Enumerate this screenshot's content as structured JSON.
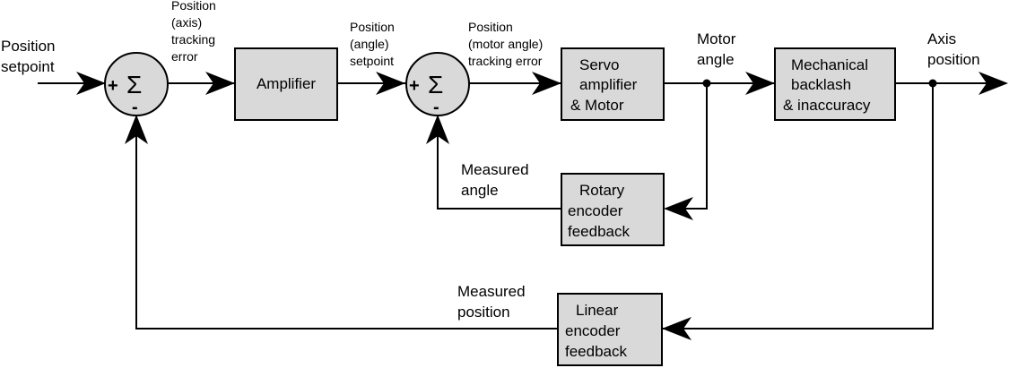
{
  "labels": {
    "position_setpoint": [
      "Position",
      "setpoint"
    ],
    "axis_tracking_error": [
      "Position",
      "(axis)",
      "tracking",
      "error"
    ],
    "angle_setpoint": [
      "Position",
      "(angle)",
      "setpoint"
    ],
    "motor_tracking_error": [
      "Position",
      "(motor angle)",
      "tracking error"
    ],
    "motor_angle": [
      "Motor",
      "angle"
    ],
    "axis_position": [
      "Axis",
      "position"
    ],
    "measured_angle": [
      "Measured",
      "angle"
    ],
    "measured_position": [
      "Measured",
      "position"
    ]
  },
  "blocks": {
    "amplifier": [
      "Amplifier"
    ],
    "servo": [
      "Servo",
      "amplifier",
      "& Motor"
    ],
    "mechanical": [
      "Mechanical",
      "backlash",
      "& inaccuracy"
    ],
    "rotary_encoder": [
      "Rotary",
      "encoder",
      "feedback"
    ],
    "linear_encoder": [
      "Linear",
      "encoder",
      "feedback"
    ]
  },
  "summing_junctions": {
    "outer": {
      "plus": "+",
      "sigma": "Σ",
      "minus": "-"
    },
    "inner": {
      "plus": "+",
      "sigma": "Σ",
      "minus": "-"
    }
  }
}
